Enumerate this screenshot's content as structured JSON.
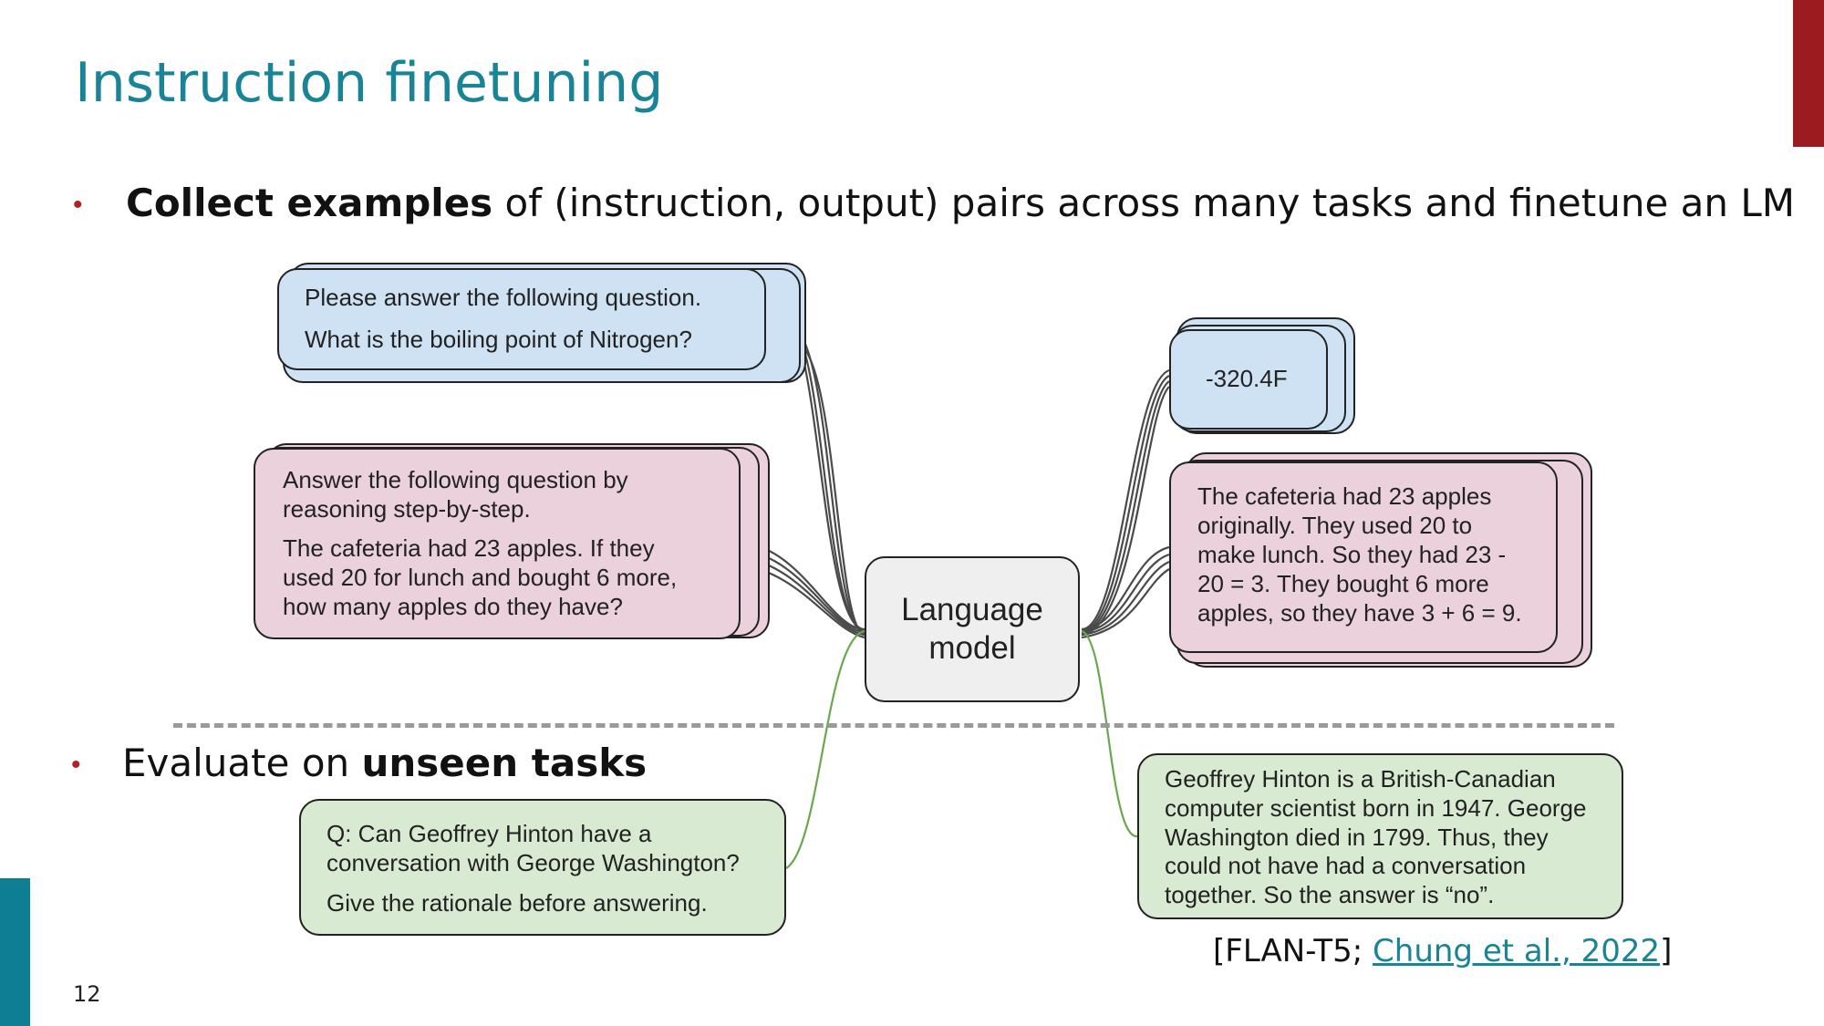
{
  "slide": {
    "title": "Instruction finetuning",
    "page_number": "12"
  },
  "bullets": [
    {
      "bold": "Collect examples",
      "rest": " of (instruction, output) pairs across many tasks and finetune an LM"
    },
    {
      "pre": "Evaluate on ",
      "bold": "unseen tasks"
    }
  ],
  "diagram": {
    "model_label_line1": "Language",
    "model_label_line2": "model",
    "input_blue": {
      "line1": "Please answer the following question.",
      "line2": "What is the boiling point of Nitrogen?"
    },
    "input_pink": {
      "line1": "Answer the following question by",
      "line2": "reasoning step-by-step.",
      "line3": "The cafeteria had 23 apples. If they",
      "line4": "used 20 for lunch and bought 6 more,",
      "line5": "how many apples do they have?"
    },
    "input_green": {
      "line1": "Q: Can Geoffrey Hinton have a",
      "line2": "conversation with George Washington?",
      "line3": "Give the rationale before answering."
    },
    "output_blue": {
      "line1": "-320.4F"
    },
    "output_pink": {
      "line1": "The cafeteria had 23 apples",
      "line2": "originally. They used 20 to",
      "line3": "make lunch. So they had 23 -",
      "line4": "20 = 3. They bought 6 more",
      "line5": "apples, so they have 3 + 6 = 9."
    },
    "output_green": {
      "line1": "Geoffrey Hinton is a British-Canadian",
      "line2": "computer scientist born in 1947. George",
      "line3": "Washington died in 1799. Thus, they",
      "line4": "could not have had a conversation",
      "line5": "together. So the answer is “no”."
    }
  },
  "citation": {
    "prefix": "[FLAN-T5; ",
    "link": "Chung et al., 2022",
    "suffix": "]"
  },
  "colors": {
    "title": "#1a8497",
    "accent_red": "#9b1b1e",
    "accent_teal": "#0e7e95",
    "blue_box": "#cfe2f3",
    "pink_box": "#ead1dc",
    "green_box": "#d9ead3",
    "model_box": "#efefef"
  }
}
